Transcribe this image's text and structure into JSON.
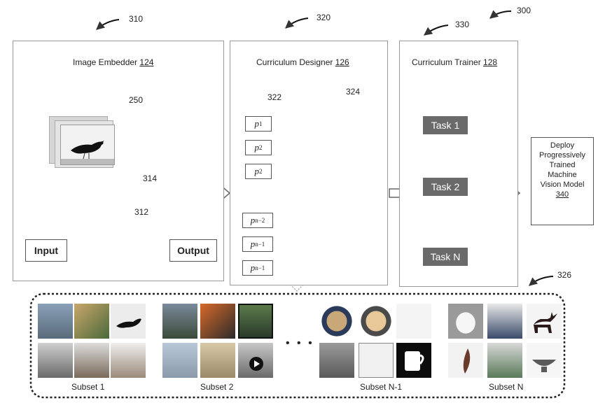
{
  "figure": {
    "ref_main": "300",
    "ref_310": "310",
    "ref_320": "320",
    "ref_330": "330",
    "ref_250": "250",
    "ref_314": "314",
    "ref_312": "312",
    "ref_322": "322",
    "ref_324": "324",
    "ref_326": "326"
  },
  "embedder": {
    "title": "Image Embedder ",
    "title_ref": "124",
    "input_label": "Input",
    "output_label": "Output"
  },
  "designer": {
    "title": "Curriculum Designer ",
    "title_ref": "126",
    "p_labels": [
      {
        "base": "p",
        "sub": "1"
      },
      {
        "base": "p",
        "sub": "2"
      },
      {
        "base": "p",
        "sub": "2"
      },
      {
        "base": "p",
        "sub": "n−2"
      },
      {
        "base": "p",
        "sub": "n−1"
      },
      {
        "base": "p",
        "sub": "n−1"
      }
    ]
  },
  "trainer": {
    "title": "Curriculum Trainer ",
    "title_ref": "128",
    "tasks": [
      "Task 1",
      "Task 2",
      "Task N"
    ]
  },
  "deploy": {
    "line1": "Deploy",
    "line2": "Progressively",
    "line3": "Trained",
    "line4": "Machine",
    "line5": "Vision Model",
    "ref": "340"
  },
  "subsets": {
    "labels": [
      "Subset 1",
      "Subset 2",
      "Subset N-1",
      "Subset N"
    ],
    "ellipsis": "• • •"
  }
}
